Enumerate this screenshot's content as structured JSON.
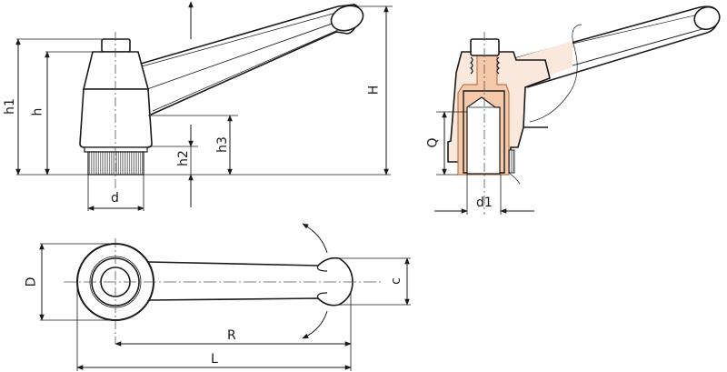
{
  "drawing": {
    "views": {
      "side_view": {
        "labels": {
          "h1": "h1",
          "h": "h",
          "h2": "h2",
          "h3": "h3",
          "H": "H",
          "d": "d"
        }
      },
      "section_view": {
        "labels": {
          "Q": "Q",
          "d1": "d1"
        }
      },
      "top_view": {
        "labels": {
          "D": "D",
          "c": "c",
          "R": "R",
          "L": "L"
        }
      }
    },
    "colors": {
      "line": "#1a1a1a",
      "section_fill_light": "#fbe8dc",
      "section_fill_insert": "#f6c9aa",
      "section_outline_insert": "#b97a4e",
      "centerline": "#555555"
    }
  }
}
